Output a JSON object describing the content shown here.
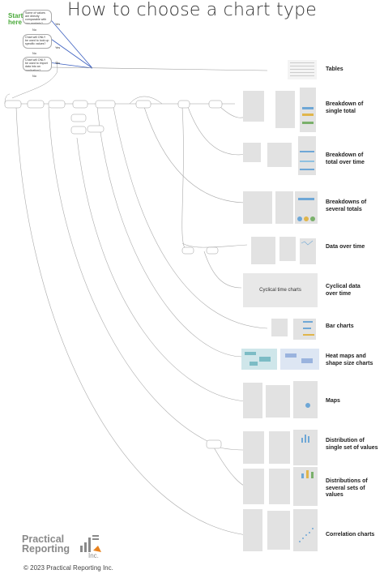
{
  "title": "How to choose a chart type",
  "start": {
    "line1": "Start",
    "line2": "here"
  },
  "questions": [
    {
      "text": "Some of values are directly comparable with any analysis?"
    },
    {
      "text": "Chart will ONLY be used to look up specific values?"
    },
    {
      "text": "Chart will ONLY be used to import data into an application?"
    }
  ],
  "answers": {
    "yes": "Yes",
    "no": "No"
  },
  "categories": [
    {
      "label_1": "Tables",
      "label_2": ""
    },
    {
      "label_1": "Breakdown of",
      "label_2": "single total"
    },
    {
      "label_1": "Breakdown of",
      "label_2": "total over time"
    },
    {
      "label_1": "Breakdowns of",
      "label_2": "several totals"
    },
    {
      "label_1": "Data over time",
      "label_2": ""
    },
    {
      "label_1": "Cyclical data",
      "label_2": "over time"
    },
    {
      "label_1": "Bar charts",
      "label_2": ""
    },
    {
      "label_1": "Heat maps and",
      "label_2": "shape size charts"
    },
    {
      "label_1": "Maps",
      "label_2": ""
    },
    {
      "label_1": "Distribution of",
      "label_2": "single set of values"
    },
    {
      "label_1": "Distributions of",
      "label_2": "several sets of values"
    },
    {
      "label_1": "Correlation charts",
      "label_2": ""
    }
  ],
  "cyclical_box": "Cyclical time charts",
  "logo": {
    "line1": "Practical",
    "line2": "Reporting",
    "line3": "Inc."
  },
  "copyright": "© 2023 Practical Reporting Inc.",
  "colors": {
    "start": "#4aaa3a",
    "arrow": "#3b5fc0",
    "line": "#999999",
    "box_border": "#aaaaaa",
    "cyclical_box": "#e8e8e8",
    "logo_orange": "#e8821e"
  }
}
